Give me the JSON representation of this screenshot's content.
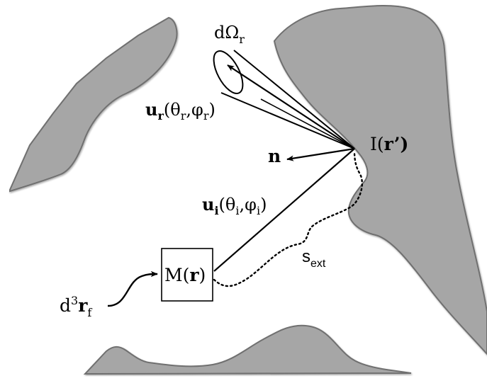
{
  "colors": {
    "obstacle_fill": "#a6a6a6",
    "obstacle_edge": "#6f6f6f",
    "obstacle_highlight": "#e0e0e0",
    "line": "#000000"
  },
  "labels": {
    "solid_angle": {
      "base": "dΩ",
      "sub": "r"
    },
    "u_r": {
      "vec": "u",
      "vec_sub": "r",
      "open": "(",
      "theta": "θ",
      "theta_sub": "r",
      "comma": ",",
      "phi": "φ",
      "phi_sub": "r",
      "close": ")"
    },
    "intensity": {
      "pre": "I(",
      "vec": "r",
      "post": "’)"
    },
    "normal": "n",
    "u_i": {
      "vec": "u",
      "vec_sub": "i",
      "open": "(",
      "theta": "θ",
      "theta_sub": "i",
      "comma": ",",
      "phi": "φ",
      "phi_sub": "i",
      "close": ")"
    },
    "s_ext": {
      "base": "s",
      "sub": "ext"
    },
    "medium_point": {
      "pre": "M(",
      "vec": "r",
      "post": ")"
    },
    "volume": {
      "pre": "d",
      "sup": "3",
      "vec": "r",
      "sub": "f"
    }
  }
}
